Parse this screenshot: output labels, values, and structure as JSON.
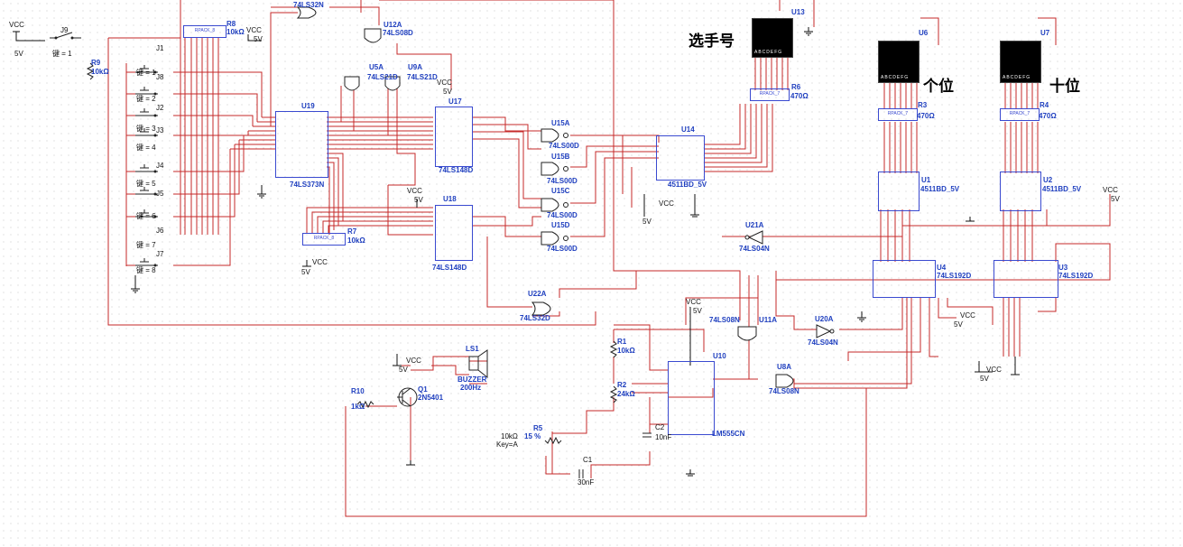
{
  "labels": {
    "contestant": "选手号",
    "ones": "个位",
    "tens": "十位"
  },
  "power": {
    "vcc": "VCC",
    "v5": "5V"
  },
  "switches": {
    "J9": {
      "name": "J9",
      "key": "键 = 1"
    },
    "J1": {
      "name": "J1",
      "key": "键 = 1"
    },
    "J8": {
      "name": "J8",
      "key": "键 = 2"
    },
    "J2": {
      "name": "J2",
      "key": "键 = 3"
    },
    "J3": {
      "name": "J3",
      "key": "键 = 4"
    },
    "J4": {
      "name": "J4",
      "key": "键 = 5"
    },
    "J5": {
      "name": "J5",
      "key": "键 = 6"
    },
    "J6": {
      "name": "J6",
      "key": "键 = 7"
    },
    "J7": {
      "name": "J7",
      "key": "键 = 8"
    }
  },
  "components": {
    "R9": {
      "name": "R9",
      "value": "10kΩ"
    },
    "R8": {
      "name": "R8",
      "value": "10kΩ"
    },
    "R7": {
      "name": "R7",
      "value": "10kΩ"
    },
    "R6": {
      "name": "R6",
      "value": "470Ω"
    },
    "R3": {
      "name": "R3",
      "value": "470Ω"
    },
    "R4": {
      "name": "R4",
      "value": "470Ω"
    },
    "R1": {
      "name": "R1",
      "value": "10kΩ"
    },
    "R2": {
      "name": "R2",
      "value": "24kΩ"
    },
    "R10": {
      "name": "R10",
      "value": "1kΩ"
    },
    "R5": {
      "name": "R5",
      "value": "15 %",
      "value2": "10kΩ",
      "key": "Key=A"
    },
    "C1": {
      "name": "C1",
      "value": "30nF"
    },
    "C2": {
      "name": "C2",
      "value": "10nF"
    },
    "Q1": {
      "name": "Q1",
      "value": "2N5401"
    },
    "LS1": {
      "name": "LS1",
      "value": "BUZZER",
      "freq": "200Hz"
    },
    "U19": {
      "name": "U19",
      "type": "74LS373N"
    },
    "U17": {
      "name": "U17",
      "type": "74LS148D"
    },
    "U18": {
      "name": "U18",
      "type": "74LS148D"
    },
    "U14": {
      "name": "U14",
      "type": "4511BD_5V"
    },
    "U1": {
      "name": "U1",
      "type": "4511BD_5V"
    },
    "U2": {
      "name": "U2",
      "type": "4511BD_5V"
    },
    "U4": {
      "name": "U4",
      "type": "74LS192D"
    },
    "U3": {
      "name": "U3",
      "type": "74LS192D"
    },
    "U10": {
      "name": "U10",
      "type": "LM555CN"
    },
    "U13": {
      "name": "U13"
    },
    "U6": {
      "name": "U6"
    },
    "U7": {
      "name": "U7"
    },
    "U12A": {
      "name": "U12A",
      "type": "74LS08D"
    },
    "U5A": {
      "name": "U5A",
      "type": "74LS21D"
    },
    "U9A": {
      "name": "U9A",
      "type": "74LS21D"
    },
    "U15A": {
      "name": "U15A",
      "type": "74LS00D"
    },
    "U15B": {
      "name": "U15B",
      "type": "74LS00D"
    },
    "U15C": {
      "name": "U15C",
      "type": "74LS00D"
    },
    "U15D": {
      "name": "U15D",
      "type": "74LS00D"
    },
    "U21A": {
      "name": "U21A",
      "type": "74LS04N"
    },
    "U20A": {
      "name": "U20A",
      "type": "74LS04N"
    },
    "U22A": {
      "name": "U22A",
      "type": "74LS32D"
    },
    "U11A": {
      "name": "U11A",
      "type": "74LS08N"
    },
    "U8A": {
      "name": "U8A",
      "type": "74LS08N"
    },
    "topOr": {
      "type": "74LS32N"
    }
  }
}
